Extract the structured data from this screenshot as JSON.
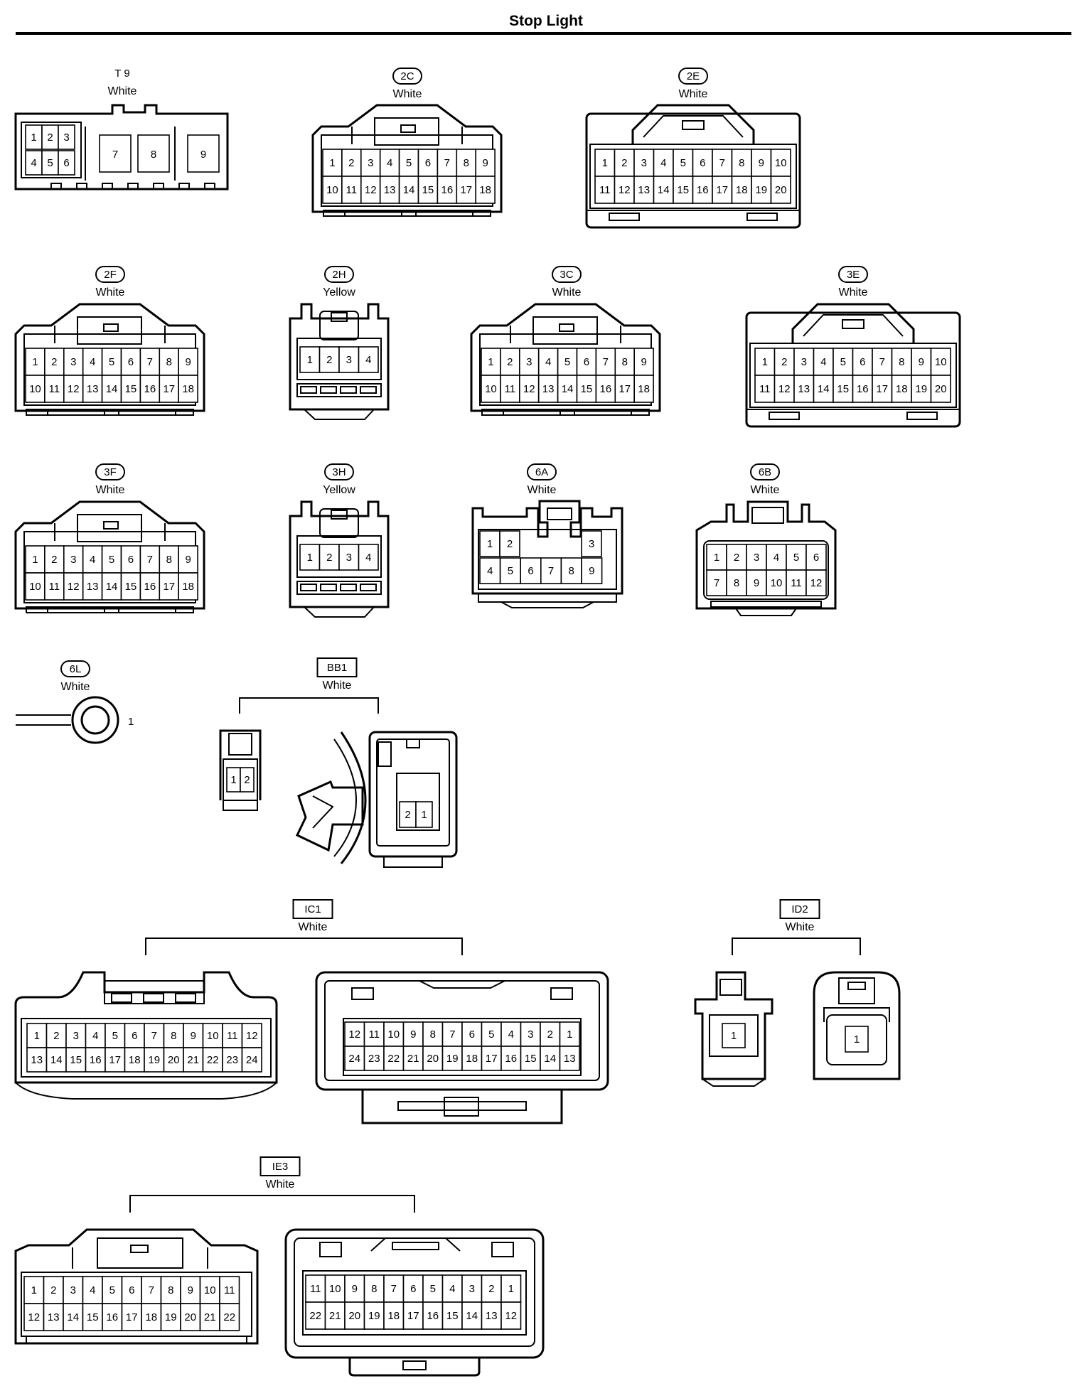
{
  "title": "Stop Light",
  "connectors": [
    {
      "id": "T 9",
      "color": "White"
    },
    {
      "id": "2C",
      "color": "White"
    },
    {
      "id": "2E",
      "color": "White"
    },
    {
      "id": "2F",
      "color": "White"
    },
    {
      "id": "2H",
      "color": "Yellow"
    },
    {
      "id": "3C",
      "color": "White"
    },
    {
      "id": "3E",
      "color": "White"
    },
    {
      "id": "3F",
      "color": "White"
    },
    {
      "id": "3H",
      "color": "Yellow"
    },
    {
      "id": "6A",
      "color": "White"
    },
    {
      "id": "6B",
      "color": "White"
    },
    {
      "id": "6L",
      "color": "White",
      "pin": "1"
    },
    {
      "id": "BB1",
      "color": "White"
    },
    {
      "id": "IC1",
      "color": "White"
    },
    {
      "id": "ID2",
      "color": "White"
    },
    {
      "id": "IE3",
      "color": "White"
    }
  ]
}
